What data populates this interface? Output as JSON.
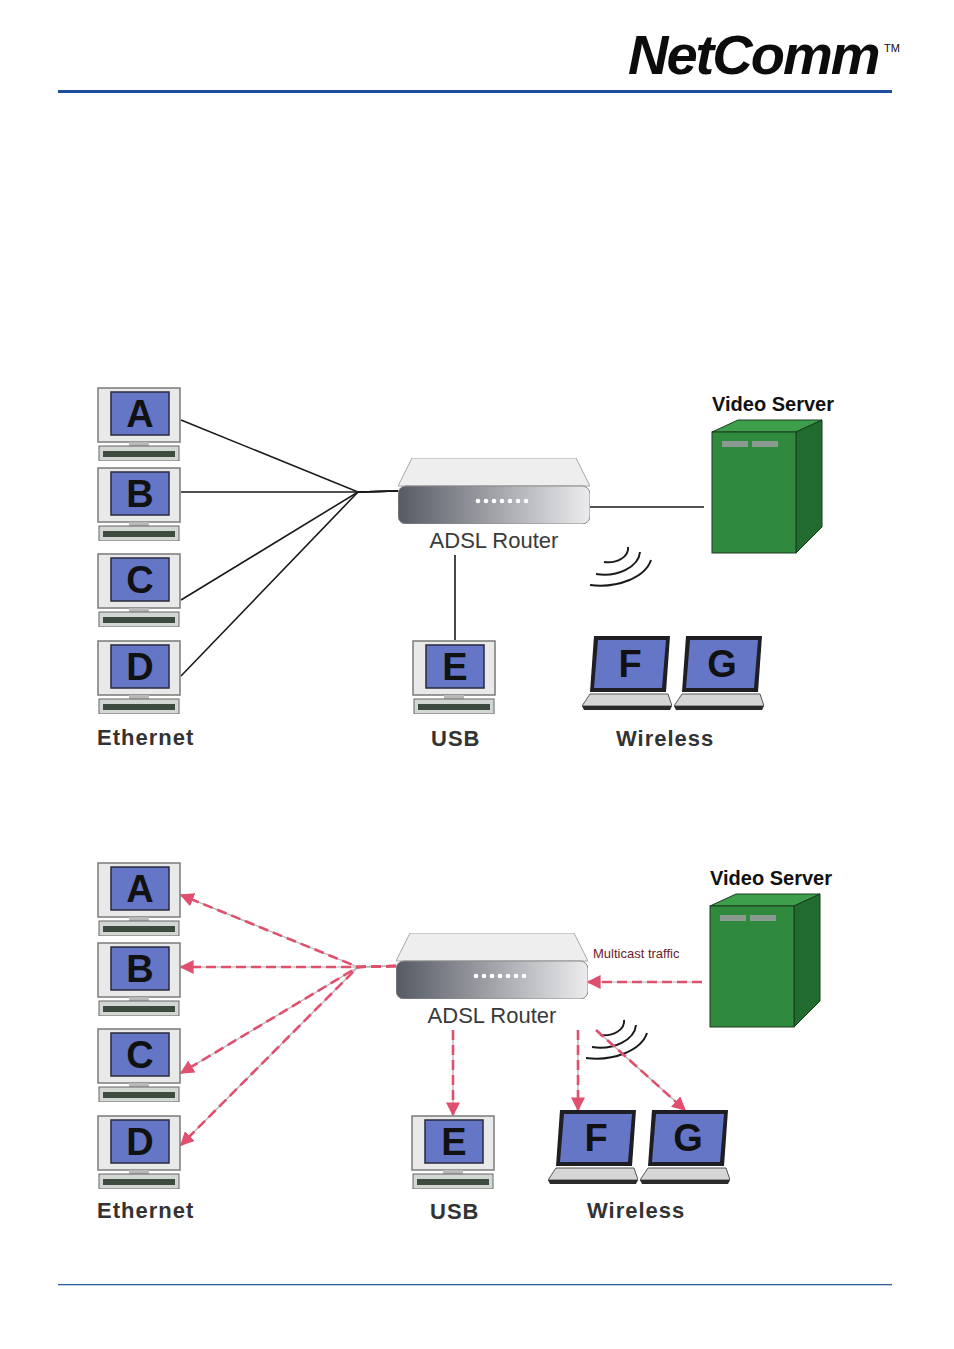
{
  "diagram": {
    "nodes": [
      {
        "text": [
          "A"
        ]
      },
      {
        "text": [
          "B"
        ]
      },
      {
        "text": [
          "C"
        ]
      },
      {
        "text": [
          "D"
        ]
      },
      {
        "text": [
          "ADSL Router"
        ]
      },
      {
        "text": [
          "Video Server"
        ]
      },
      {
        "text": [
          "E"
        ]
      },
      {
        "text": [
          "F"
        ]
      },
      {
        "text": [
          "G"
        ]
      },
      {
        "text": [
          "A"
        ]
      },
      {
        "text": [
          "B"
        ]
      },
      {
        "text": [
          "C"
        ]
      },
      {
        "text": [
          "D"
        ]
      },
      {
        "text": [
          "ADSL Router"
        ]
      },
      {
        "text": [
          "Video Server"
        ]
      },
      {
        "text": [
          "E"
        ]
      },
      {
        "text": [
          "F"
        ]
      },
      {
        "text": [
          "G"
        ]
      }
    ],
    "edges": [
      {
        "from": 4,
        "to": 0,
        "arrow": "none"
      },
      {
        "from": 4,
        "to": 1,
        "arrow": "none"
      },
      {
        "from": 4,
        "to": 2,
        "arrow": "none"
      },
      {
        "from": 4,
        "to": 3,
        "arrow": "none"
      },
      {
        "from": 4,
        "to": 6,
        "arrow": "none"
      },
      {
        "from": 4,
        "to": 5,
        "arrow": "none"
      },
      {
        "from": 14,
        "to": 13,
        "label": "Multicast traffic",
        "arrow": "to"
      },
      {
        "from": 13,
        "to": 9,
        "arrow": "to"
      },
      {
        "from": 13,
        "to": 10,
        "arrow": "to"
      },
      {
        "from": 13,
        "to": 11,
        "arrow": "to"
      },
      {
        "from": 13,
        "to": 12,
        "arrow": "to"
      },
      {
        "from": 13,
        "to": 15,
        "arrow": "to"
      },
      {
        "from": 13,
        "to": 16,
        "arrow": "to"
      },
      {
        "from": 13,
        "to": 17,
        "arrow": "to"
      }
    ],
    "labels": [
      "NetComm",
      "TM",
      "Ethernet",
      "USB",
      "Wireless",
      "Ethernet",
      "USB",
      "Wireless"
    ]
  }
}
